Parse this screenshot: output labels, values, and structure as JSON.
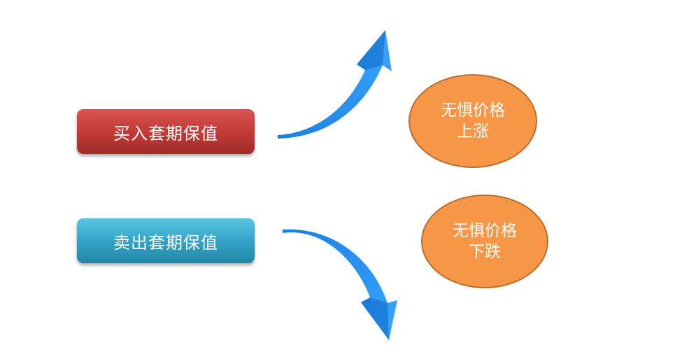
{
  "hedges": {
    "buy": {
      "label": "买入套期保值"
    },
    "sell": {
      "label": "卖出套期保值"
    }
  },
  "outcomes": {
    "rise": {
      "line1": "无惧价格",
      "line2": "上涨"
    },
    "fall": {
      "line1": "无惧价格",
      "line2": "下跌"
    }
  },
  "colors": {
    "buy_box": "#c63d3a",
    "sell_box": "#36a8cc",
    "ellipse_fill": "#f79646",
    "ellipse_border": "#b8702e",
    "arrow": "#1e90f0"
  }
}
